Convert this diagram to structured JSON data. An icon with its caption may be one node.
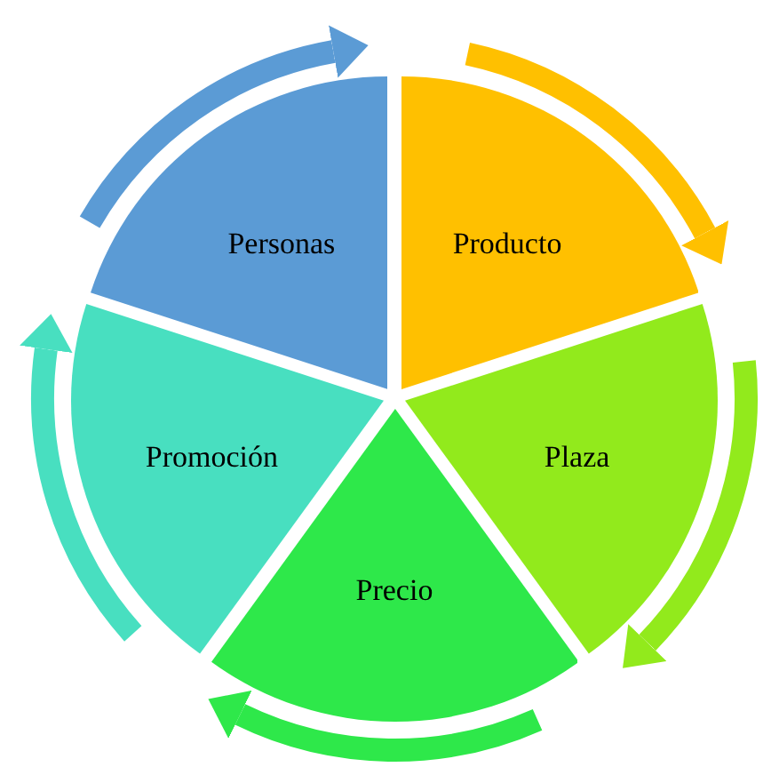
{
  "diagram": {
    "nodes": [
      {
        "text": [
          "Personas"
        ]
      },
      {
        "text": [
          "Producto"
        ]
      },
      {
        "text": [
          "Plaza"
        ]
      },
      {
        "text": [
          "Precio"
        ]
      },
      {
        "text": [
          "Promoción"
        ]
      }
    ]
  }
}
